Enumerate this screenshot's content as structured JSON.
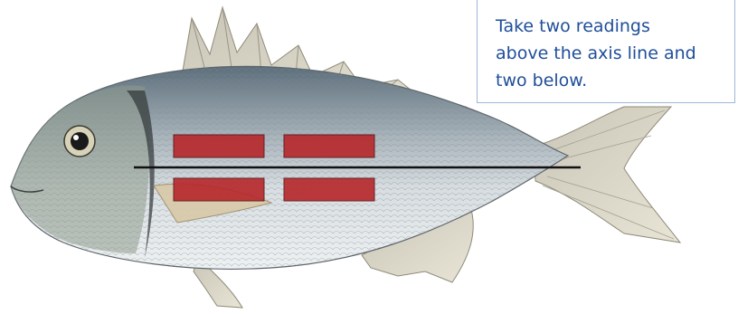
{
  "note": {
    "text": "Take two readings\nabove the axis line and\ntwo below."
  },
  "colors": {
    "note_text": "#1f4e9a",
    "note_border": "#9db7d9",
    "marker_fill": "#b6272b",
    "marker_stroke": "#5c1113",
    "axis_line": "#111111"
  },
  "fish": {
    "image": "fish-illustration",
    "reading_markers": [
      {
        "position": "above-front"
      },
      {
        "position": "above-rear"
      },
      {
        "position": "below-front"
      },
      {
        "position": "below-rear"
      }
    ]
  }
}
